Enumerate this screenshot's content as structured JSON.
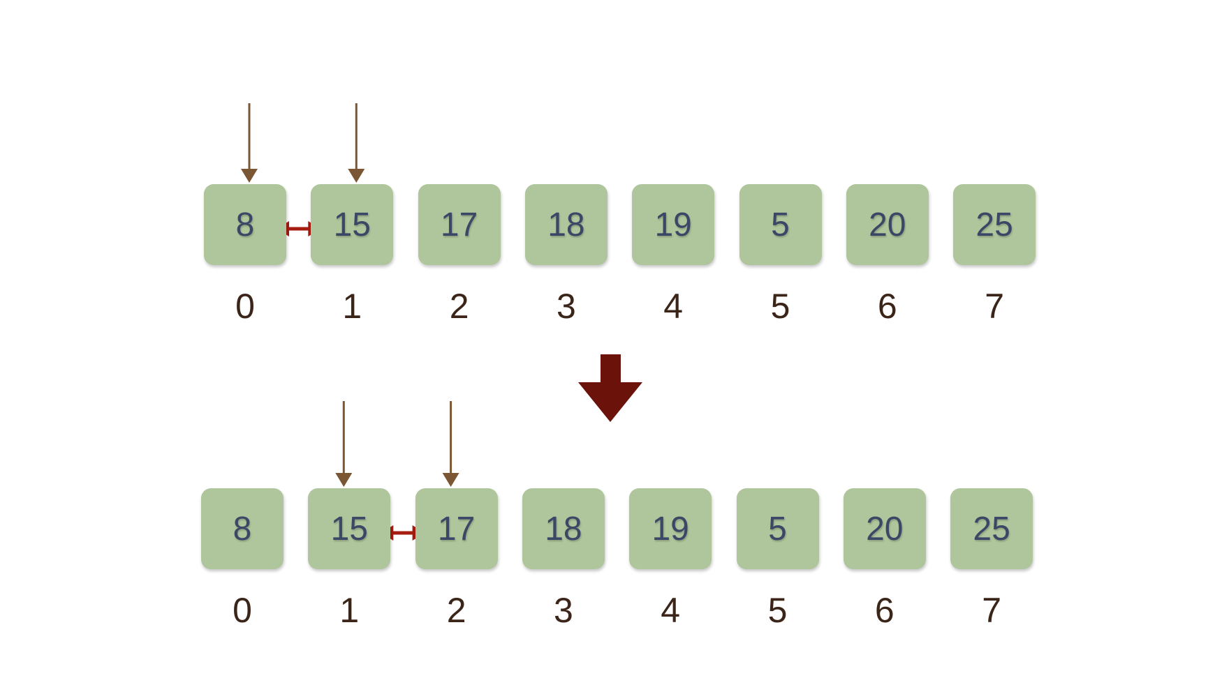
{
  "rows": [
    {
      "values": [
        "8",
        "15",
        "17",
        "18",
        "19",
        "5",
        "20",
        "25"
      ],
      "indices": [
        "0",
        "1",
        "2",
        "3",
        "4",
        "5",
        "6",
        "7"
      ],
      "pointers": [
        0,
        1
      ],
      "swap": [
        0,
        1
      ]
    },
    {
      "values": [
        "8",
        "15",
        "17",
        "18",
        "19",
        "5",
        "20",
        "25"
      ],
      "indices": [
        "0",
        "1",
        "2",
        "3",
        "4",
        "5",
        "6",
        "7"
      ],
      "pointers": [
        1,
        2
      ],
      "swap": [
        1,
        2
      ]
    }
  ],
  "colors": {
    "box": "#afc59b",
    "number": "#3a4766",
    "index": "#3b2418",
    "pointer": "#7b5634",
    "swap": "#a51c10",
    "big_arrow": "#6b130b"
  }
}
